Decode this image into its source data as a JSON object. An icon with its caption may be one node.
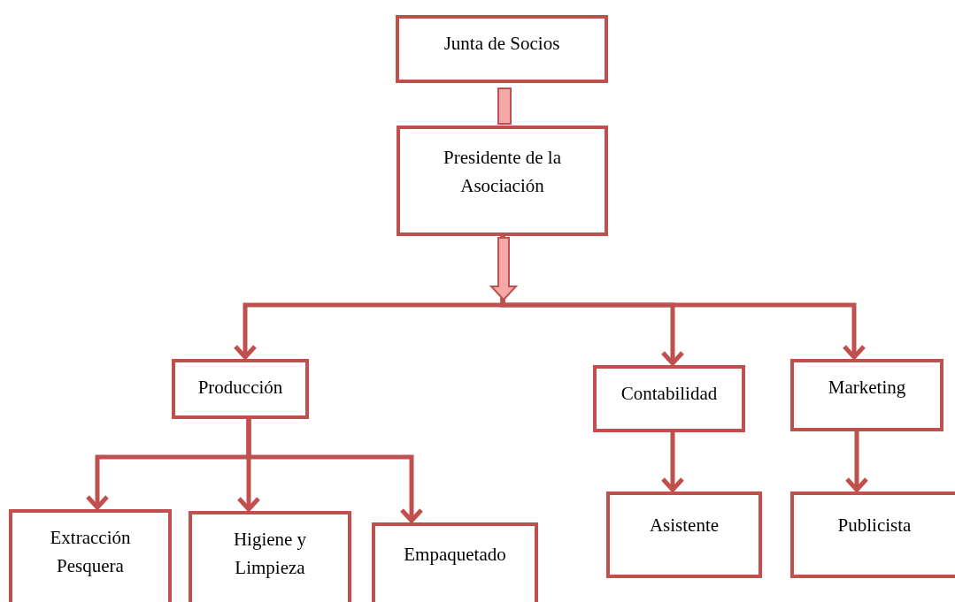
{
  "diagram": {
    "nodes": [
      {
        "text": [
          "Junta de Socios"
        ]
      },
      {
        "text": [
          "Presidente de la Asociación"
        ]
      },
      {
        "text": [
          "Producción"
        ]
      },
      {
        "text": [
          "Contabilidad"
        ]
      },
      {
        "text": [
          "Marketing"
        ]
      },
      {
        "text": [
          "Extracción Pesquera"
        ]
      },
      {
        "text": [
          "Higiene y Limpieza"
        ]
      },
      {
        "text": [
          "Empaquetado"
        ]
      },
      {
        "text": [
          "Asistente"
        ]
      },
      {
        "text": [
          "Publicista"
        ]
      }
    ],
    "edges": [
      {
        "from": 0,
        "to": 1,
        "arrow": "none",
        "style": "thick",
        "color": "#f4a9a8"
      },
      {
        "from": 1,
        "to": 2,
        "arrow": "to"
      },
      {
        "from": 1,
        "to": 3,
        "arrow": "to"
      },
      {
        "from": 1,
        "to": 4,
        "arrow": "to"
      },
      {
        "from": 2,
        "to": 5,
        "arrow": "to"
      },
      {
        "from": 2,
        "to": 6,
        "arrow": "to"
      },
      {
        "from": 2,
        "to": 7,
        "arrow": "to"
      },
      {
        "from": 3,
        "to": 8,
        "arrow": "to"
      },
      {
        "from": 4,
        "to": 9,
        "arrow": "to"
      }
    ]
  }
}
